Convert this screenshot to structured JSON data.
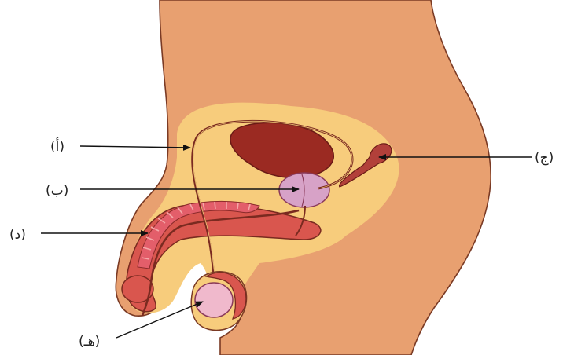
{
  "labels": {
    "a": "(أ)",
    "b": "(ب)",
    "c": "(ج)",
    "d": "(د)",
    "e": "(هـ)"
  },
  "colors": {
    "body": "#E8A070",
    "fat": "#F7CC7C",
    "outline": "#8A3A2A",
    "bladder": "#9B2A22",
    "tissue": "#D9564E",
    "urethra_pink": "#E35E6A",
    "gland": "#D7A2C7",
    "testis": "#F0B9CC"
  }
}
